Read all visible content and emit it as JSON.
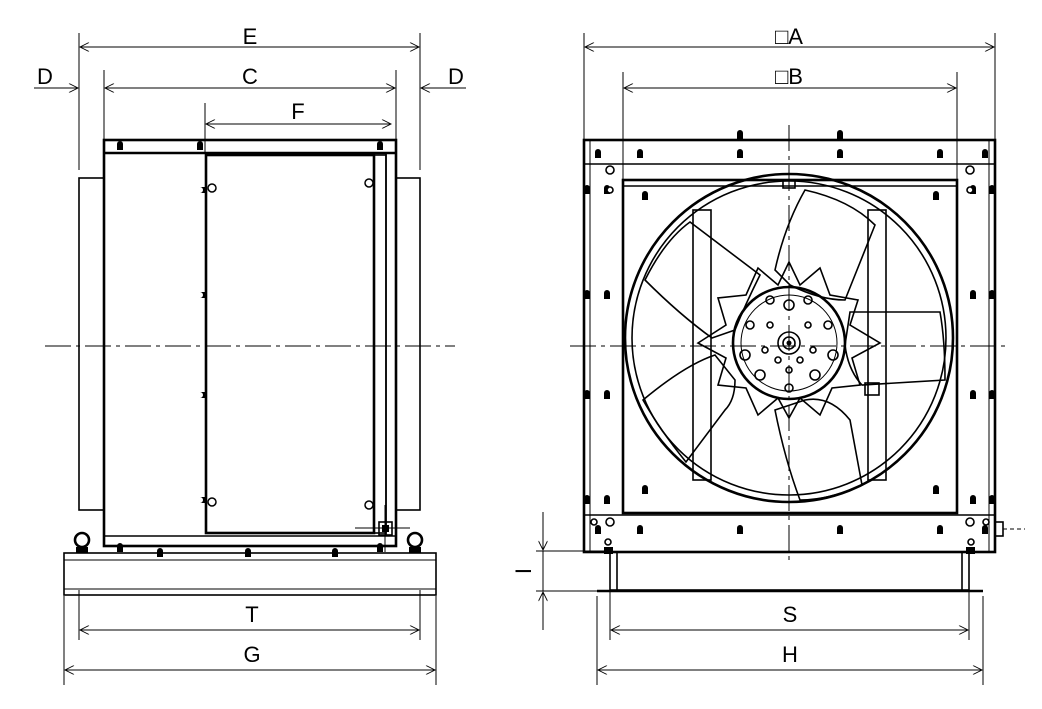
{
  "labels": {
    "E": "E",
    "C": "C",
    "D_left": "D",
    "D_right": "D",
    "F": "F",
    "T": "T",
    "G": "G",
    "A": "□A",
    "B": "□B",
    "S": "S",
    "H": "H",
    "I": "I"
  }
}
